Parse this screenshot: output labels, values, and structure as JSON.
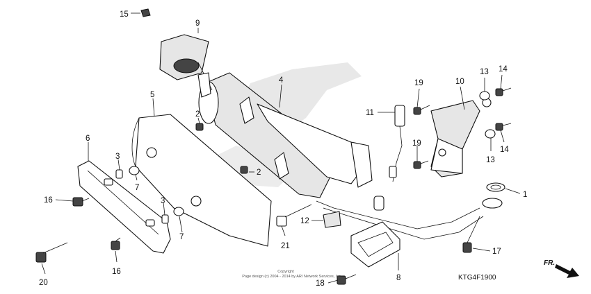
{
  "diagram": {
    "callouts": [
      "15",
      "9",
      "5",
      "4",
      "2",
      "2",
      "6",
      "3",
      "7",
      "3",
      "7",
      "16",
      "16",
      "20",
      "21",
      "12",
      "11",
      "19",
      "19",
      "10",
      "13",
      "14",
      "13",
      "14",
      "1",
      "17",
      "8",
      "18"
    ],
    "diagram_code": "KTG4F1900",
    "copyright_line1": "Copyright",
    "copyright_line2": "Page design (c) 2004 - 2014 by ARI Network Services, Inc.",
    "direction_label": "FR."
  }
}
